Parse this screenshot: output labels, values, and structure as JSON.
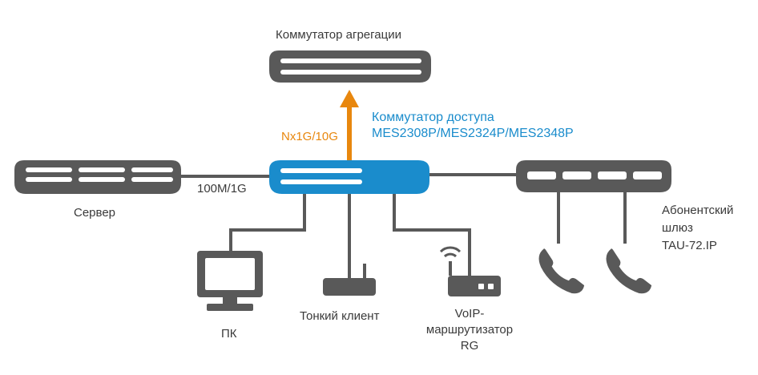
{
  "labels": {
    "aggregation_switch": "Коммутатор агрегации",
    "access_switch_title": "Коммутатор доступа",
    "access_switch_models": "MES2308P/MES2324P/MES2348P",
    "uplink_speed": "Nx1G/10G",
    "server_link_speed": "100M/1G",
    "server": "Сервер",
    "gateway_line1": "Абонентский",
    "gateway_line2": "шлюз",
    "gateway_line3": "TAU-72.IP",
    "pc": "ПК",
    "thin_client": "Тонкий клиент",
    "voip_line1": "VoIP-",
    "voip_line2": "маршрутизатор",
    "voip_line3": "RG"
  },
  "colors": {
    "device_gray": "#595959",
    "switch_blue": "#1a8ccc",
    "uplink_orange": "#e8870e",
    "text": "#3a3a3a"
  },
  "icons": {
    "aggregation": "switch-icon",
    "access": "switch-icon",
    "server": "server-icon",
    "gateway": "gateway-icon",
    "pc": "monitor-icon",
    "thin_client": "thin-client-icon",
    "router": "wifi-router-icon",
    "phone": "phone-icon"
  }
}
